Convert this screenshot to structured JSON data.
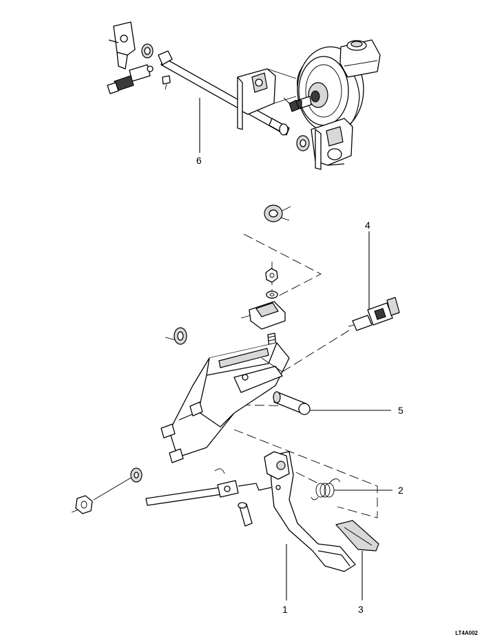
{
  "callouts": {
    "c1": "1",
    "c2": "2",
    "c3": "3",
    "c4": "4",
    "c5": "5",
    "c6": "6"
  },
  "figure_code": "LT4A002"
}
